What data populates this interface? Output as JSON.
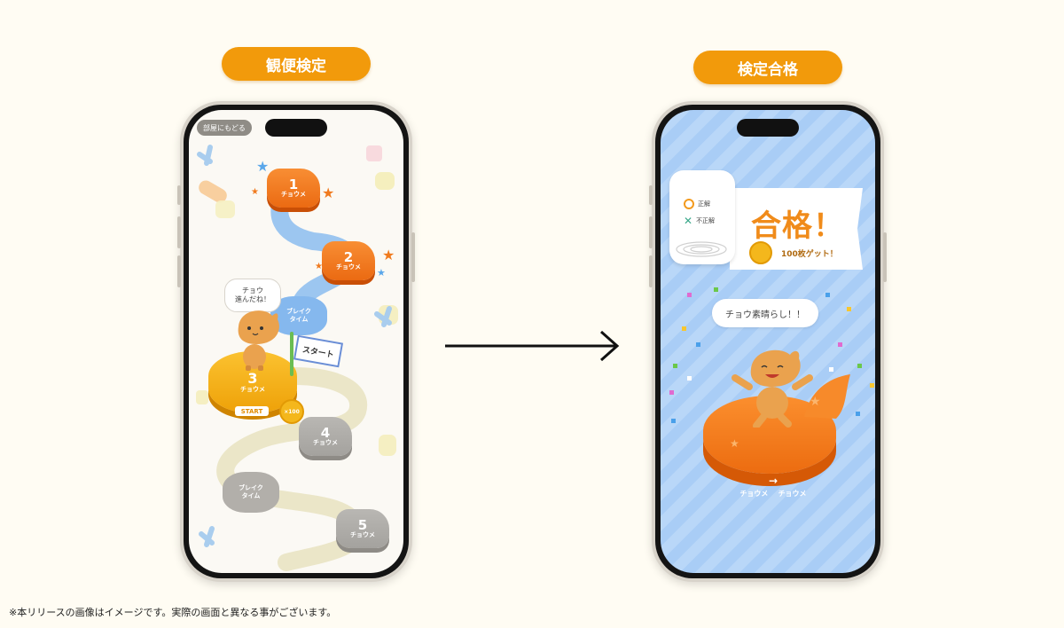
{
  "left_panel": {
    "label": "観便検定"
  },
  "right_panel": {
    "label": "検定合格"
  },
  "map_screen": {
    "back_button": "部屋にもどる",
    "stages": [
      {
        "number": "1",
        "label": "チョウメ"
      },
      {
        "number": "2",
        "label": "チョウメ"
      },
      {
        "number": "3",
        "label": "チョウメ"
      },
      {
        "number": "4",
        "label": "チョウメ"
      },
      {
        "number": "5",
        "label": "チョウメ"
      }
    ],
    "break_label_1": "ブレイク",
    "break_label_2": "タイム",
    "speech_line_1": "チョウ",
    "speech_line_2": "進んだね！",
    "flag_label": "スタート",
    "start_tag": "START",
    "coin_label": "×100"
  },
  "pass_screen": {
    "correct_label": "正解",
    "incorrect_label": "不正解",
    "title": "合格！",
    "reward": "100枚ゲット！",
    "speech": "チョウ素晴らし！！",
    "arrow": "→",
    "stage_from": "チョウメ",
    "stage_to": "チョウメ"
  },
  "footnote": "※本リリースの画像はイメージです。実際の画面と異なる事がございます。",
  "colors": {
    "accent": "#f29a0b",
    "stage_orange": "#f07a1e",
    "stage_gold": "#f6b21a",
    "stage_gray": "#adaba7",
    "pass_bg": "#b3d3f7"
  }
}
